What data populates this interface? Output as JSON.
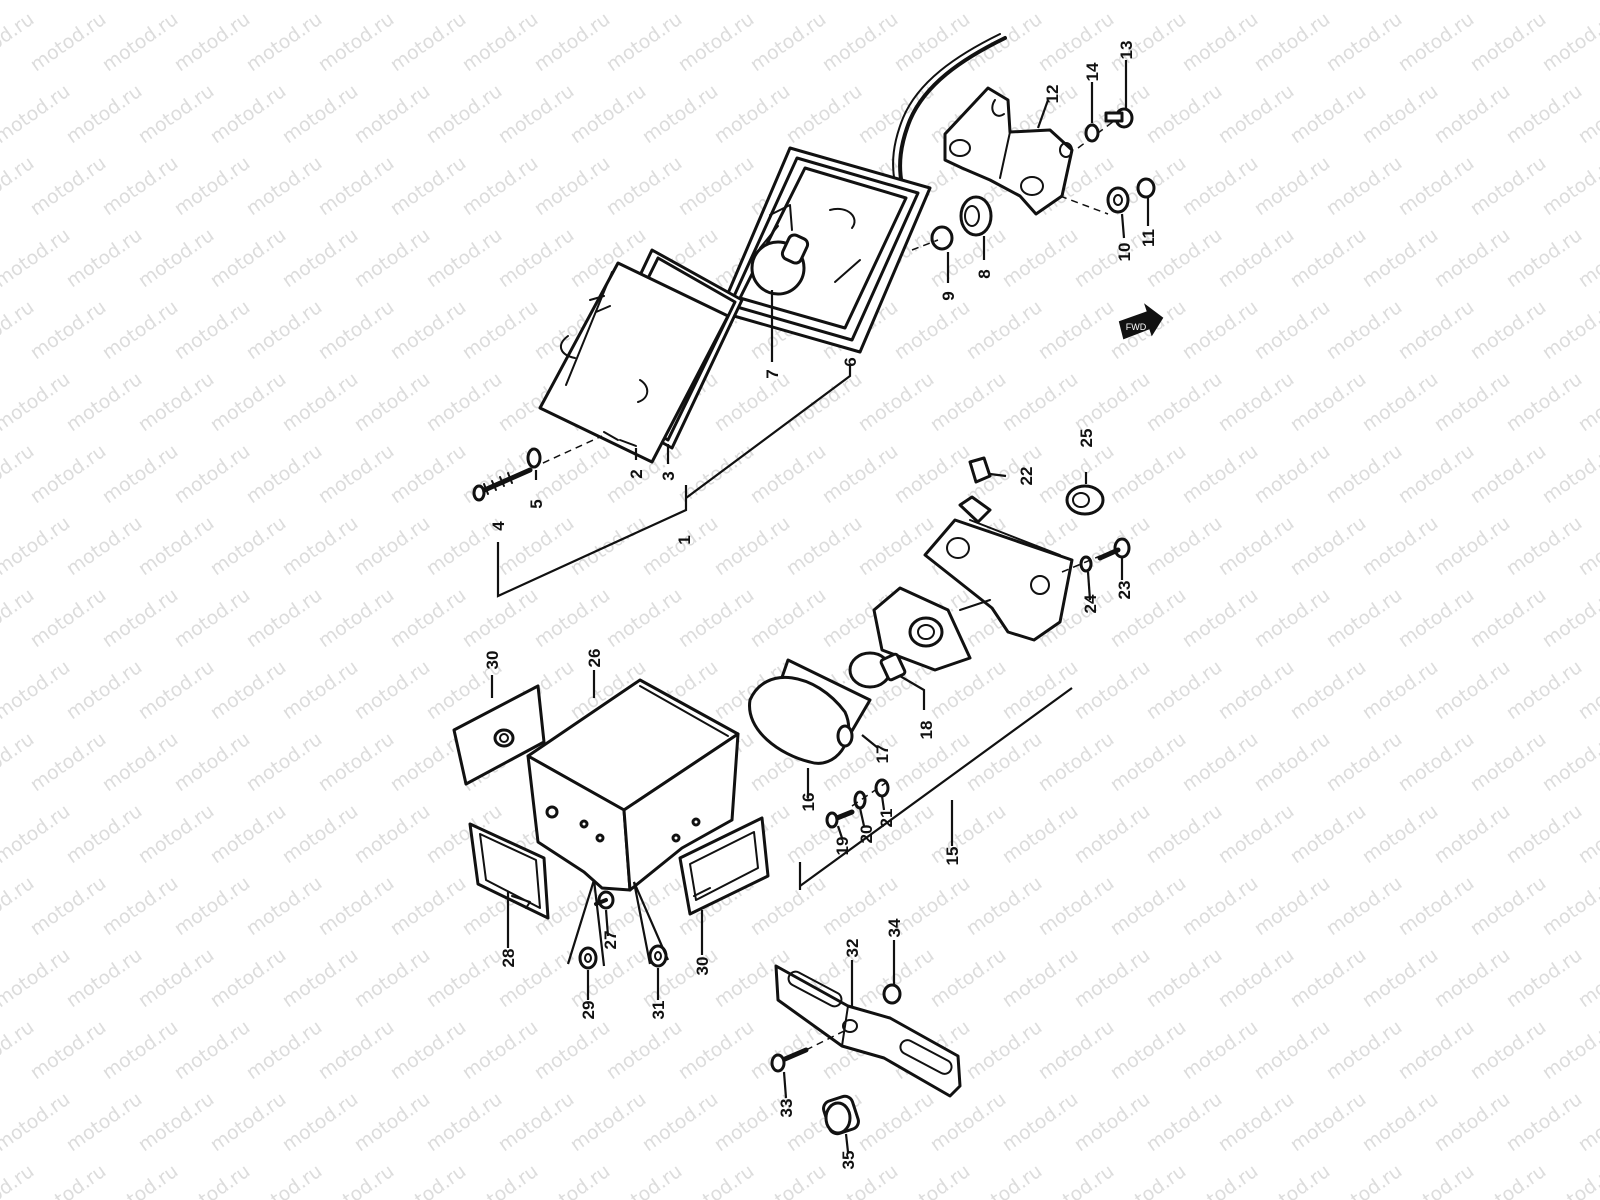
{
  "watermark": "motod.ru",
  "colors": {
    "line": "#111111",
    "background": "#ffffff",
    "watermark": "#dcdcdc"
  },
  "direction_arrow_icon": "forward-arrow-icon",
  "callouts": {
    "c1": "1",
    "c2": "2",
    "c3": "3",
    "c4": "4",
    "c5": "5",
    "c6": "6",
    "c7": "7",
    "c8": "8",
    "c9": "9",
    "c10": "10",
    "c11": "11",
    "c12": "12",
    "c13": "13",
    "c14": "14",
    "c15": "15",
    "c16": "16",
    "c17": "17",
    "c18": "18",
    "c19": "19",
    "c20": "20",
    "c21": "21",
    "c22": "22",
    "c23": "23",
    "c24": "24",
    "c25": "25",
    "c26": "26",
    "c27": "27",
    "c28": "28",
    "c29": "29",
    "c30a": "30",
    "c30b": "30",
    "c31": "31",
    "c32": "32",
    "c33": "33",
    "c34": "34",
    "c35": "35"
  }
}
